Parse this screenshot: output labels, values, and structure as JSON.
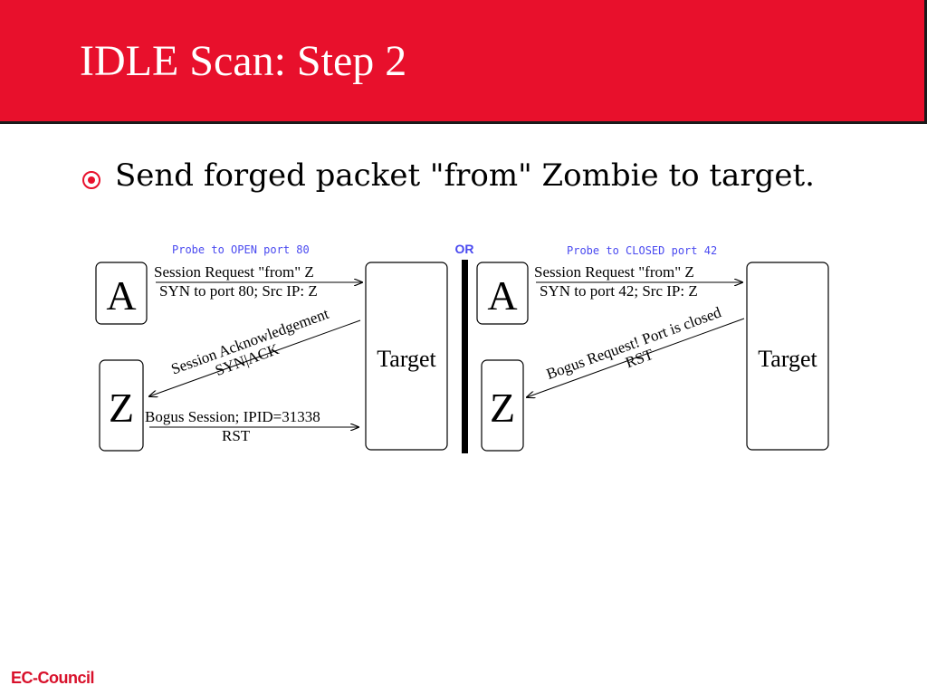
{
  "slide": {
    "title": "IDLE Scan: Step 2",
    "bullet": "Send forged packet \"from\" Zombie to target."
  },
  "diagram": {
    "separator_label": "OR",
    "open_case": {
      "caption": "Probe to OPEN port 80",
      "attacker": "A",
      "zombie": "Z",
      "target": "Target",
      "request_line1": "Session Request \"from\" Z",
      "request_line2": "SYN to port 80; Src IP: Z",
      "ack_line1": "Session Acknowledgement",
      "ack_line2": "SYN|ACK",
      "bogus_line1": "Bogus Session; IPID=31338",
      "bogus_line2": "RST"
    },
    "closed_case": {
      "caption": "Probe to CLOSED port 42",
      "attacker": "A",
      "zombie": "Z",
      "target": "Target",
      "request_line1": "Session Request \"from\" Z",
      "request_line2": "SYN to port 42; Src IP: Z",
      "reply_line1": "Bogus Request! Port is closed",
      "reply_line2": "RST"
    }
  },
  "footer": {
    "brand": "EC-Council"
  },
  "colors": {
    "title_bar": "#e8102c",
    "caption_blue": "#4a4af0",
    "brand_red": "#d8102a"
  }
}
